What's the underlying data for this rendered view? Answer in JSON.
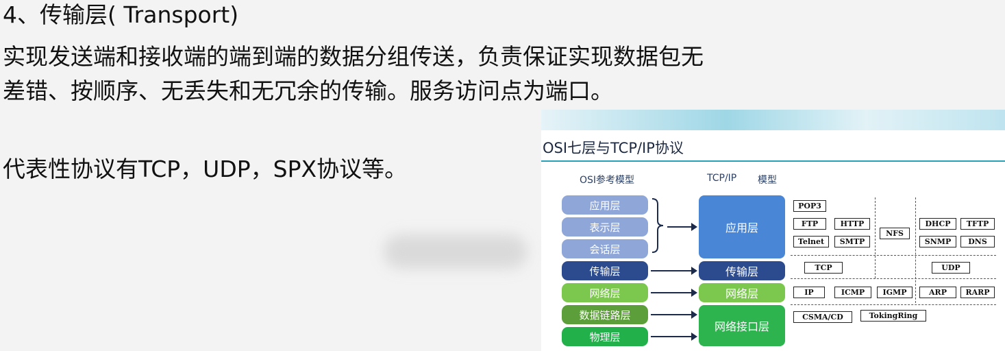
{
  "heading": "4、传输层( Transport)",
  "paragraph": "实现发送端和接收端的端到端的数据分组传送，负责保证实现数据包无差错、按顺序、无丢失和无冗余的传输。服务访问点为端口。",
  "protocols_line": "代表性协议有TCP，UDP，SPX协议等。",
  "figure": {
    "title": "OSI七层与TCP/IP协议",
    "osi_header": "OSI参考模型",
    "tcpip_header": "TCP/IP",
    "model_header": "模型",
    "osi_layers": [
      "应用层",
      "表示层",
      "会话层",
      "传输层",
      "网络层",
      "数据链路层",
      "物理层"
    ],
    "tcpip_layers": [
      "应用层",
      "传输层",
      "网络层",
      "网络接口层"
    ],
    "protocols": {
      "pop3": "POP3",
      "ftp": "FTP",
      "http": "HTTP",
      "telnet": "Telnet",
      "smtp": "SMTP",
      "nfs": "NFS",
      "dhcp": "DHCP",
      "tftp": "TFTP",
      "snmp": "SNMP",
      "dns": "DNS",
      "tcp": "TCP",
      "udp": "UDP",
      "ip": "IP",
      "icmp": "ICMP",
      "igmp": "IGMP",
      "arp": "ARP",
      "rarp": "RARP",
      "csma": "CSMA/CD",
      "tokenring": "TokingRing"
    }
  },
  "colors": {
    "osi_upper": "#8fa6d8",
    "osi_transport": "#2c4a8e",
    "network": "#7cc84e",
    "datalink": "#5c9e3a",
    "physical": "#22b04a",
    "tcp_app": "#4a86d6",
    "tcp_link": "#2db44e"
  }
}
